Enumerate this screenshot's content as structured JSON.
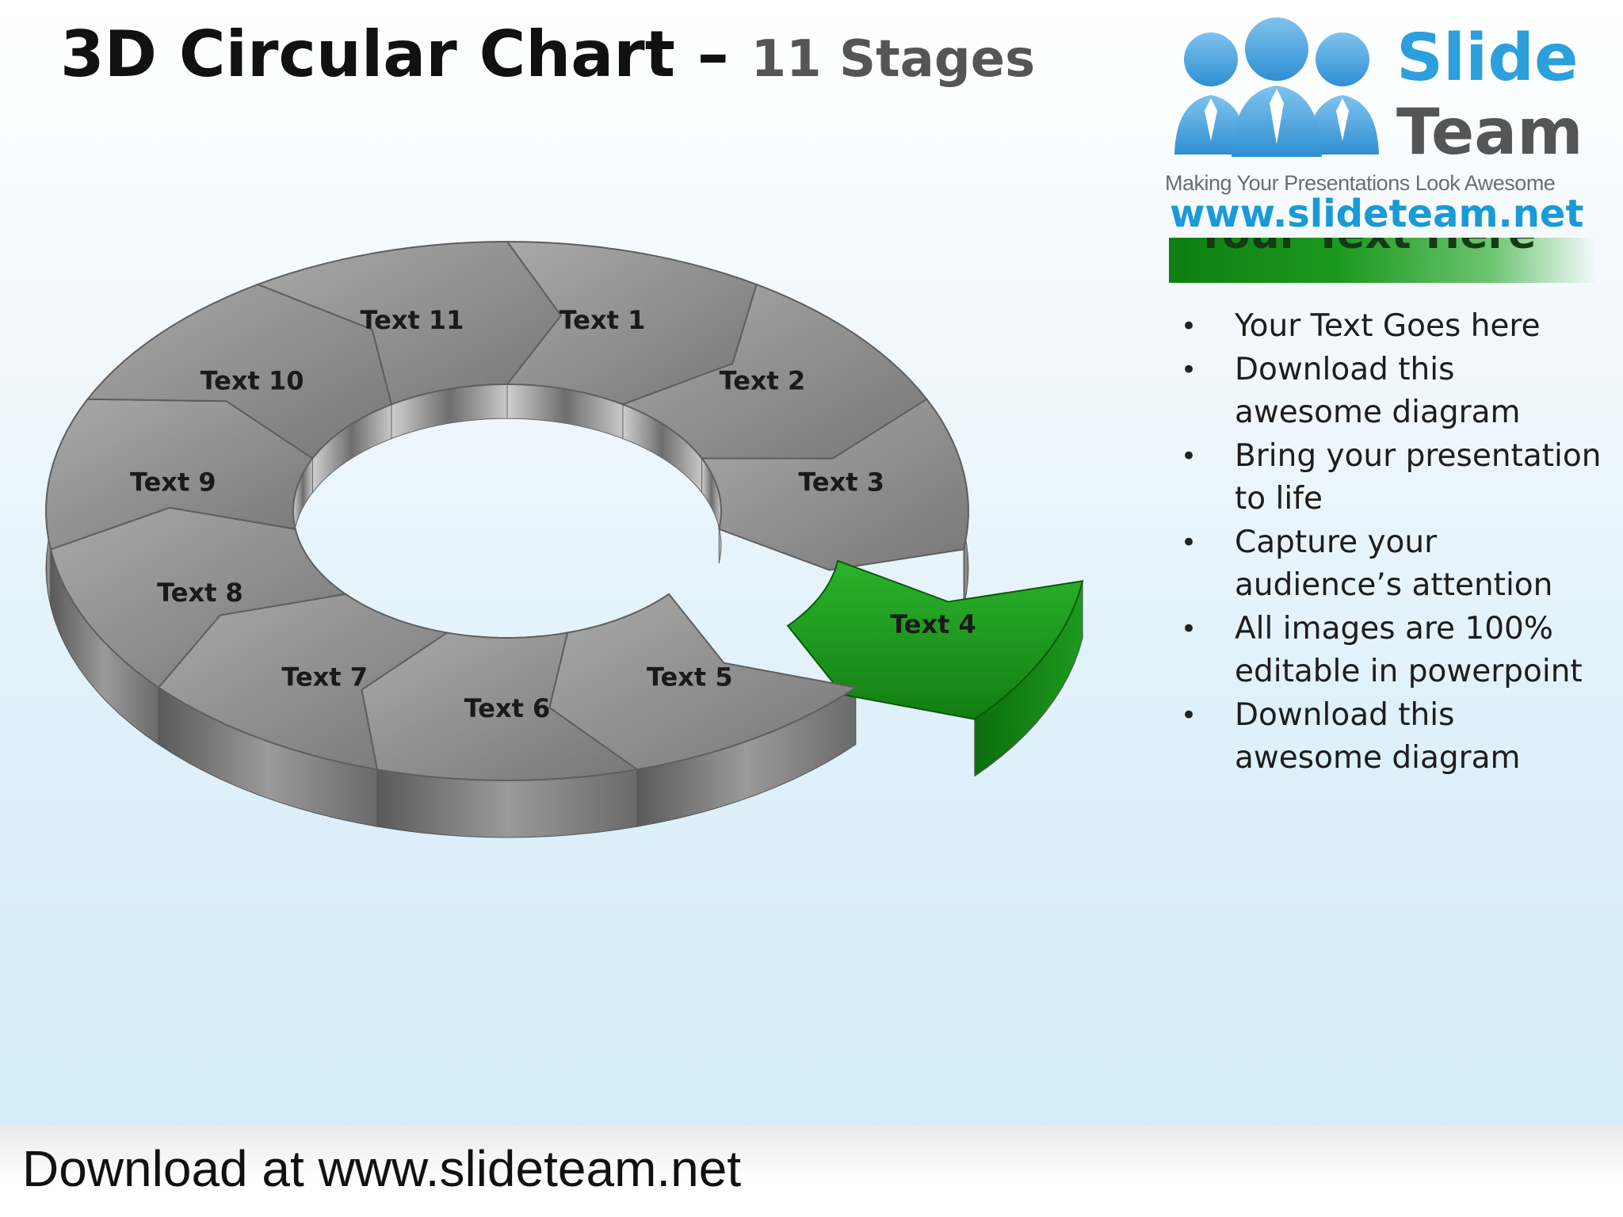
{
  "title": {
    "main": "3D Circular Chart – ",
    "sub": "11 Stages"
  },
  "logo": {
    "word1": "Slide",
    "word2": "Team",
    "tagline": "Making Your Presentations Look Awesome",
    "url": "www.slideteam.net"
  },
  "panel": {
    "heading": "Your Text Here",
    "bullets": [
      "Your Text Goes here",
      "Download this awesome diagram",
      "Bring your presentation to life",
      "Capture your audience’s attention",
      "All images are 100% editable in powerpoint",
      "Download this awesome diagram"
    ]
  },
  "diagram": {
    "stages": [
      "Text 1",
      "Text 2",
      "Text 3",
      "Text 4",
      "Text 5",
      "Text 6",
      "Text 7",
      "Text 8",
      "Text 9",
      "Text 10",
      "Text 11"
    ],
    "highlighted_stage": 4,
    "colors": {
      "segment": "#8c8c8c",
      "highlight": "#1f9a1f",
      "label": "#1a1a1a"
    }
  },
  "footer": {
    "text": "Download at www.slideteam.net"
  }
}
